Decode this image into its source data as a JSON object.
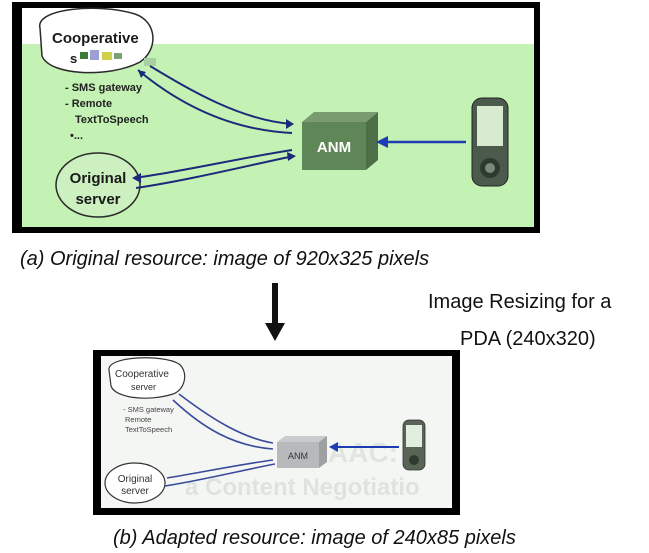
{
  "original": {
    "cooperative_label": "Cooperative",
    "cooperative_sub": "s",
    "services": [
      "- SMS gateway",
      "- Remote",
      "TextToSpeech",
      "•..."
    ],
    "anm_label": "ANM",
    "original_server_line1": "Original",
    "original_server_line2": "server",
    "caption": "(a) Original resource: image of 920x325 pixels"
  },
  "resize": {
    "line1": "Image Resizing for a",
    "line2": "PDA (240x320)"
  },
  "adapted": {
    "cooperative_label": "Cooperative",
    "cooperative_sub": "server",
    "services": [
      "- SMS gateway",
      "Remote",
      "TextToSpeech"
    ],
    "anm_label": "ANM",
    "original_server_line1": "Original",
    "original_server_line2": "server",
    "watermark": "a Content Negotiatio",
    "caption": "(b) Adapted resource: image of 240x85 pixels"
  },
  "colors": {
    "green_fill": "#c4f2b4",
    "arrow_navy": "#1c2a7a",
    "arrow_blue": "#1f3db0",
    "frame": "#000000"
  }
}
